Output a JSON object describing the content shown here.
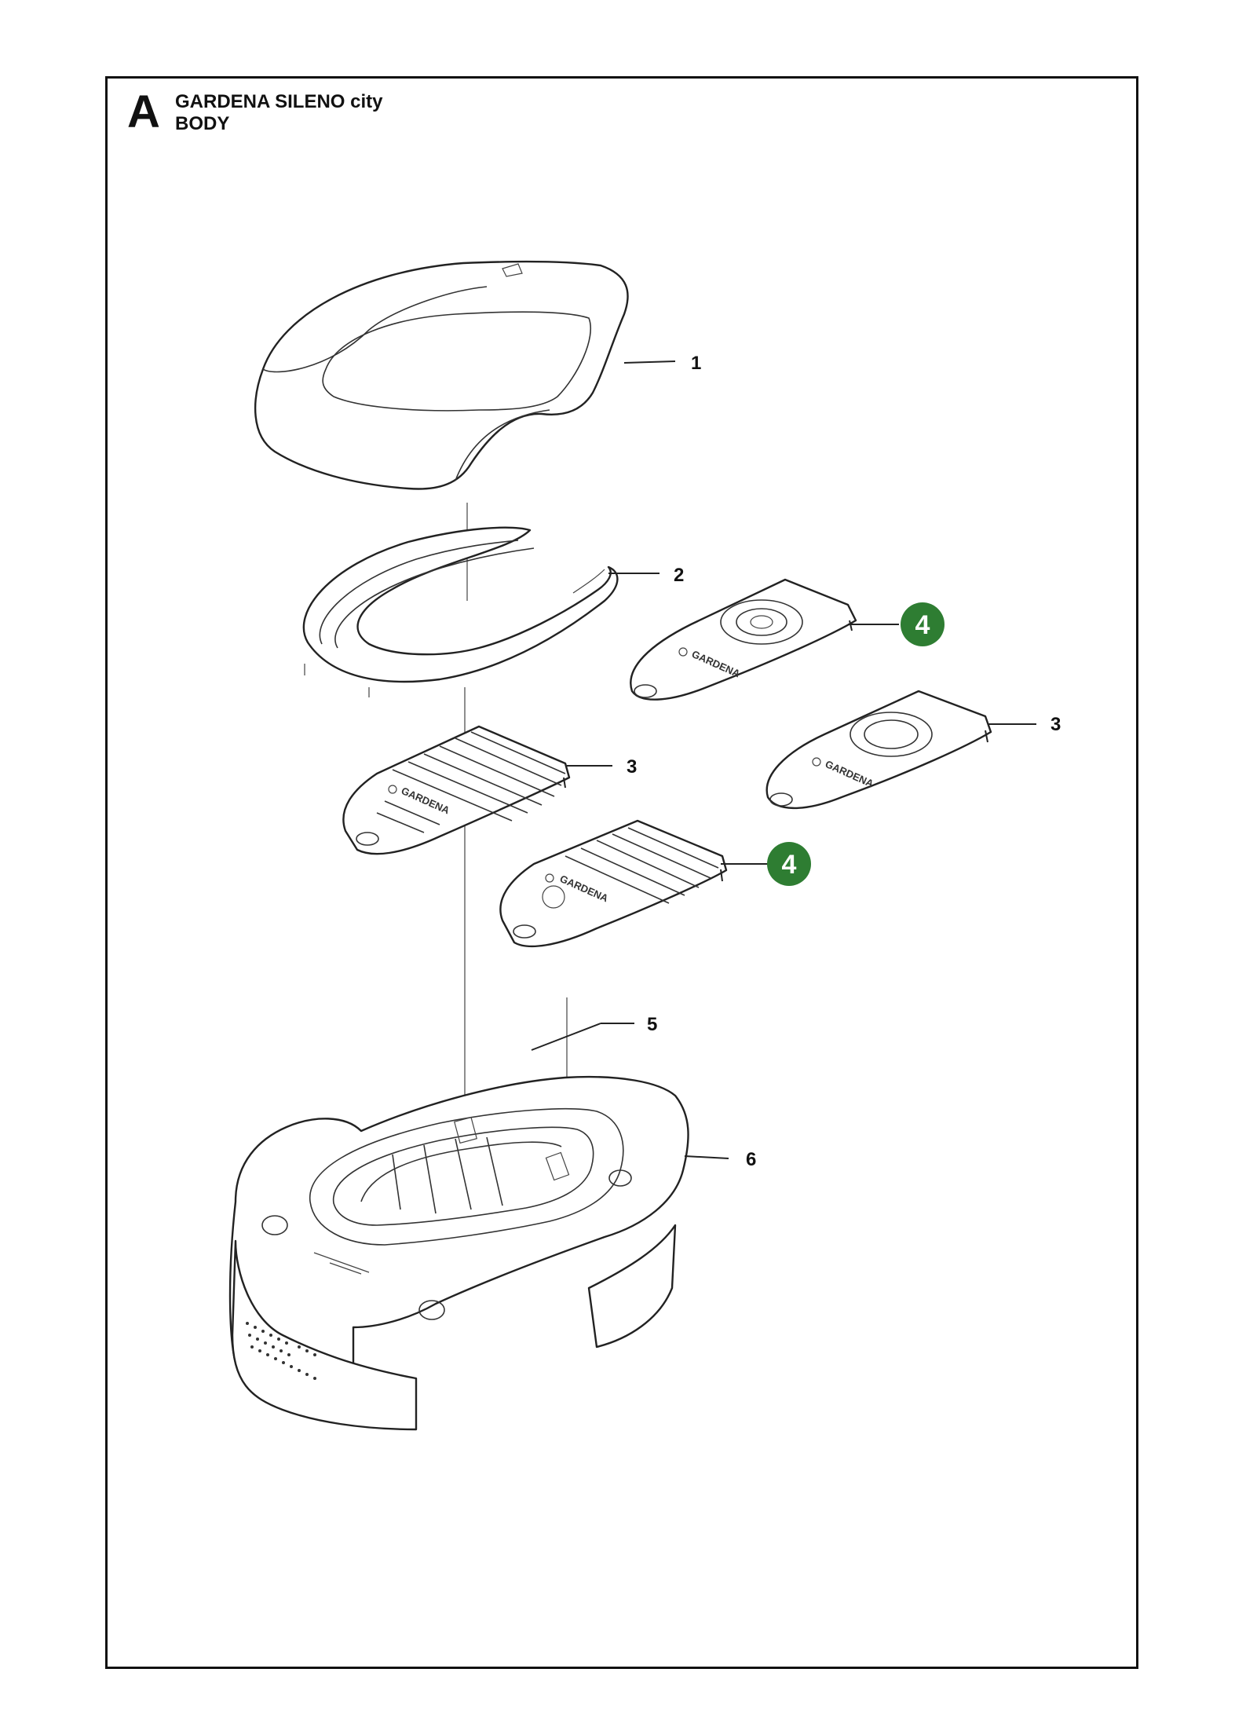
{
  "header": {
    "section_letter": "A",
    "model": "GARDENA SILENO city",
    "assembly": "BODY"
  },
  "brand_mark": "GARDENA",
  "accent_color": "#2e7d32",
  "callouts": [
    {
      "id": "1",
      "highlighted": false
    },
    {
      "id": "2",
      "highlighted": false
    },
    {
      "id": "3",
      "highlighted": false
    },
    {
      "id": "4",
      "highlighted": true
    },
    {
      "id": "3",
      "highlighted": false
    },
    {
      "id": "4",
      "highlighted": true
    },
    {
      "id": "5",
      "highlighted": false
    },
    {
      "id": "6",
      "highlighted": false
    }
  ]
}
